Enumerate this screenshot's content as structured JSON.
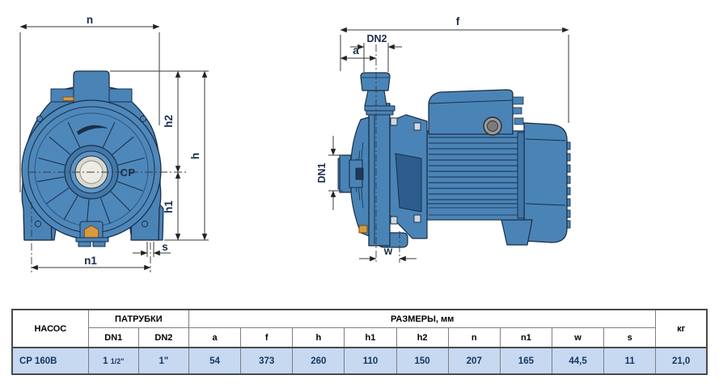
{
  "drawing": {
    "front_view": {
      "dim_n": "n",
      "dim_h2": "h2",
      "dim_h": "h",
      "dim_h1": "h1",
      "dim_n1": "n1",
      "dim_s": "s",
      "logo": "CP"
    },
    "side_view": {
      "dim_f": "f",
      "dim_dn2": "DN2",
      "dim_a": "a",
      "dim_dn1": "DN1",
      "dim_w": "w"
    },
    "colors": {
      "pump_blue": "#4a84b7",
      "pump_blue_dark": "#2c567f",
      "pump_outline": "#1b2e44",
      "hub_light": "#e9e7df",
      "plug_orange": "#d89a3f",
      "dim_line": "#3a3a3a"
    }
  },
  "table": {
    "header": {
      "pump": "НАСОС",
      "ports": "ПАТРУБКИ",
      "dims": "РАЗМЕРЫ, мм",
      "weight": "кг"
    },
    "sub_headers": [
      "DN1",
      "DN2",
      "a",
      "f",
      "h",
      "h1",
      "h2",
      "n",
      "n1",
      "w",
      "s"
    ],
    "row": {
      "pump": "CP 160B",
      "dn1_whole": "1",
      "dn1_frac": "1/2\"",
      "dn2": "1\"",
      "a": "54",
      "f": "373",
      "h": "260",
      "h1": "110",
      "h2": "150",
      "n": "207",
      "n1": "165",
      "w": "44,5",
      "s": "11",
      "kg": "21,0"
    }
  }
}
